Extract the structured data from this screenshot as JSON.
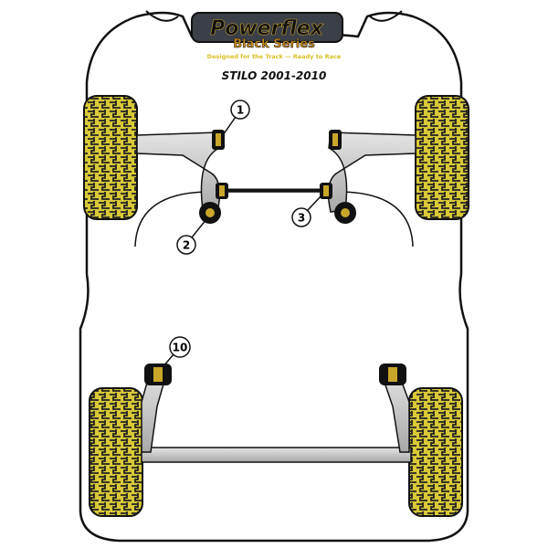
{
  "logo": {
    "brand": "Powerflex",
    "series": "Black Series",
    "tagline": "Designed for the Track — Ready to Race"
  },
  "model_title": "STILO 2001-2010",
  "callouts": [
    "1",
    "2",
    "3",
    "10"
  ],
  "colors": {
    "wheel": "#d8c838",
    "outline": "#111111",
    "arm": "#c9c9c9",
    "bush": "#111111"
  }
}
